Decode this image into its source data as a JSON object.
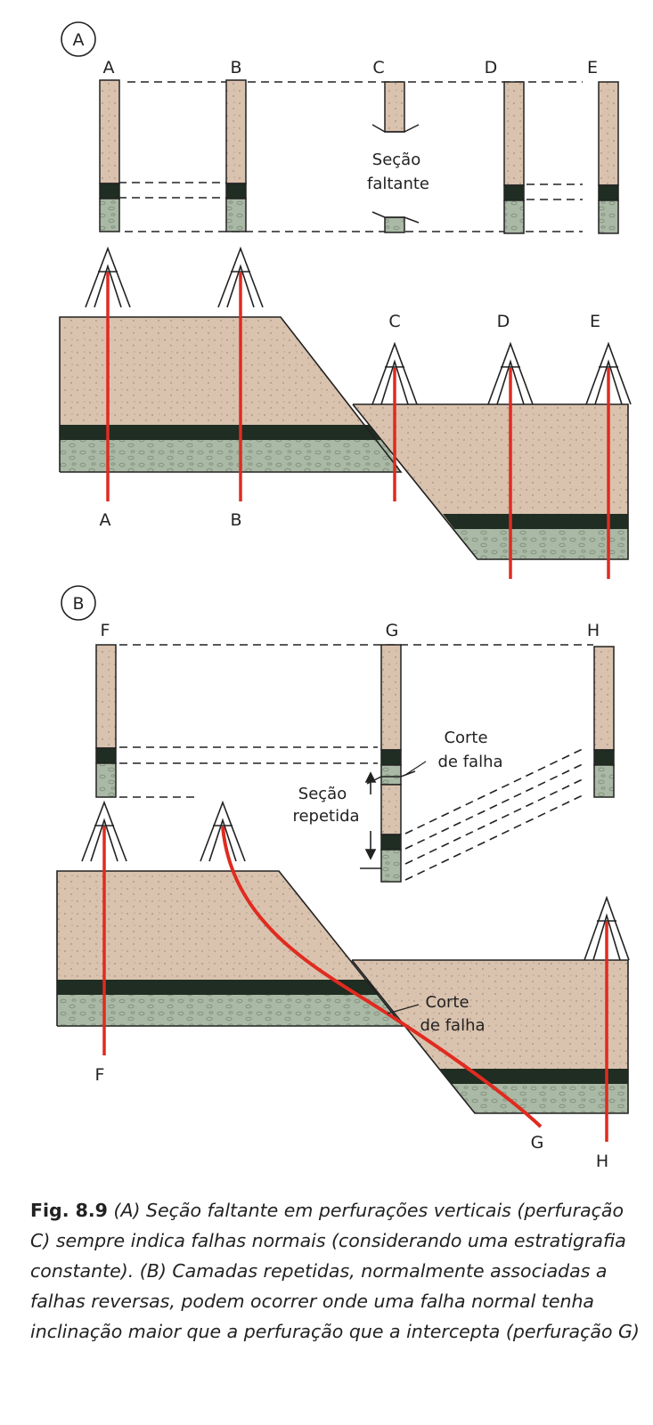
{
  "panel_a": {
    "badge": "A",
    "well_labels_top": [
      "A",
      "B",
      "C",
      "D",
      "E"
    ],
    "well_labels_bottom": [
      "A",
      "B"
    ],
    "well_labels_rigs": [
      "C",
      "D",
      "E"
    ],
    "missing_section_line1": "Seção",
    "missing_section_line2": "faltante"
  },
  "panel_b": {
    "badge": "B",
    "well_labels_top": [
      "F",
      "G",
      "H"
    ],
    "well_labels_bottom": [
      "F",
      "G",
      "H"
    ],
    "fault_cut_line1": "Corte",
    "fault_cut_line2": "de falha",
    "repeated_line1": "Seção",
    "repeated_line2": "repetida"
  },
  "caption": {
    "number": "Fig. 8.9",
    "text": "(A) Seção faltante em perfurações verticais (perfuração C) sempre indica falhas normais (considerando uma estratigrafia constante). (B) Camadas repetidas, normalmente associadas a falhas reversas, podem ocorrer onde uma falha normal tenha inclinação maior que a perfuração que a intercepta (perfuração G)"
  },
  "colors": {
    "sandstone": "#d9c2ae",
    "coal": "#1f2d22",
    "conglomerate": "#aab9a5",
    "well": "#e02b20",
    "outline": "#222222"
  }
}
